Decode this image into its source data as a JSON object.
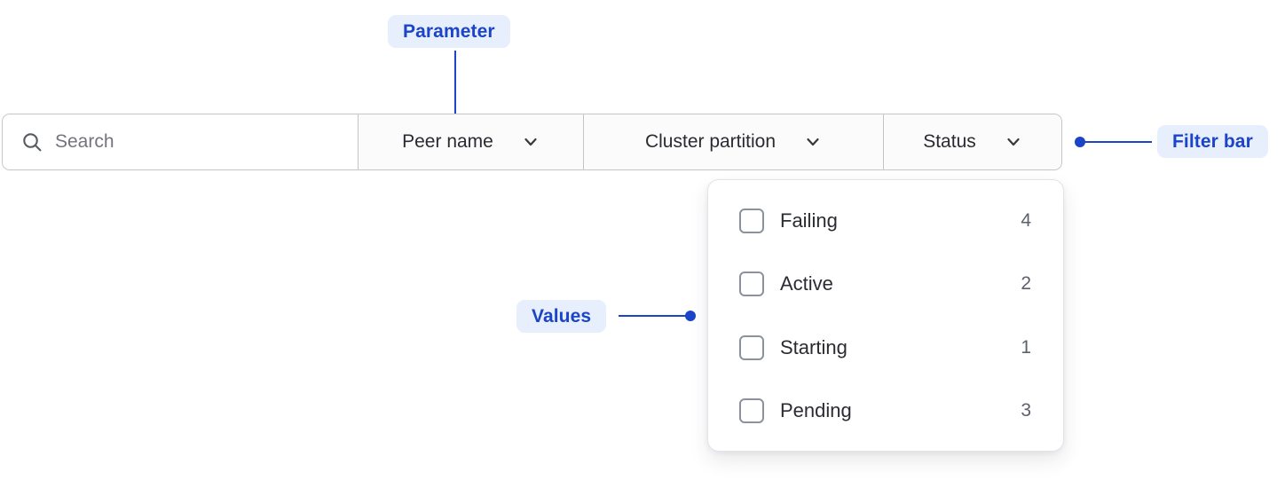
{
  "annotations": {
    "parameter": {
      "label": "Parameter"
    },
    "filter_bar": {
      "label": "Filter bar"
    },
    "values": {
      "label": "Values"
    }
  },
  "filter_bar": {
    "search": {
      "placeholder": "Search",
      "value": ""
    },
    "dropdowns": [
      {
        "label": "Peer name"
      },
      {
        "label": "Cluster partition"
      },
      {
        "label": "Status"
      }
    ]
  },
  "status_menu": {
    "items": [
      {
        "label": "Failing",
        "count": "4",
        "checked": false
      },
      {
        "label": "Active",
        "count": "2",
        "checked": false
      },
      {
        "label": "Starting",
        "count": "1",
        "checked": false
      },
      {
        "label": "Pending",
        "count": "3",
        "checked": false
      }
    ]
  },
  "colors": {
    "annotation_blue": "#1b44c8",
    "annotation_bg": "#e8effc",
    "bar_border": "#c3c5c9",
    "panel_border": "#e3e4e8"
  }
}
